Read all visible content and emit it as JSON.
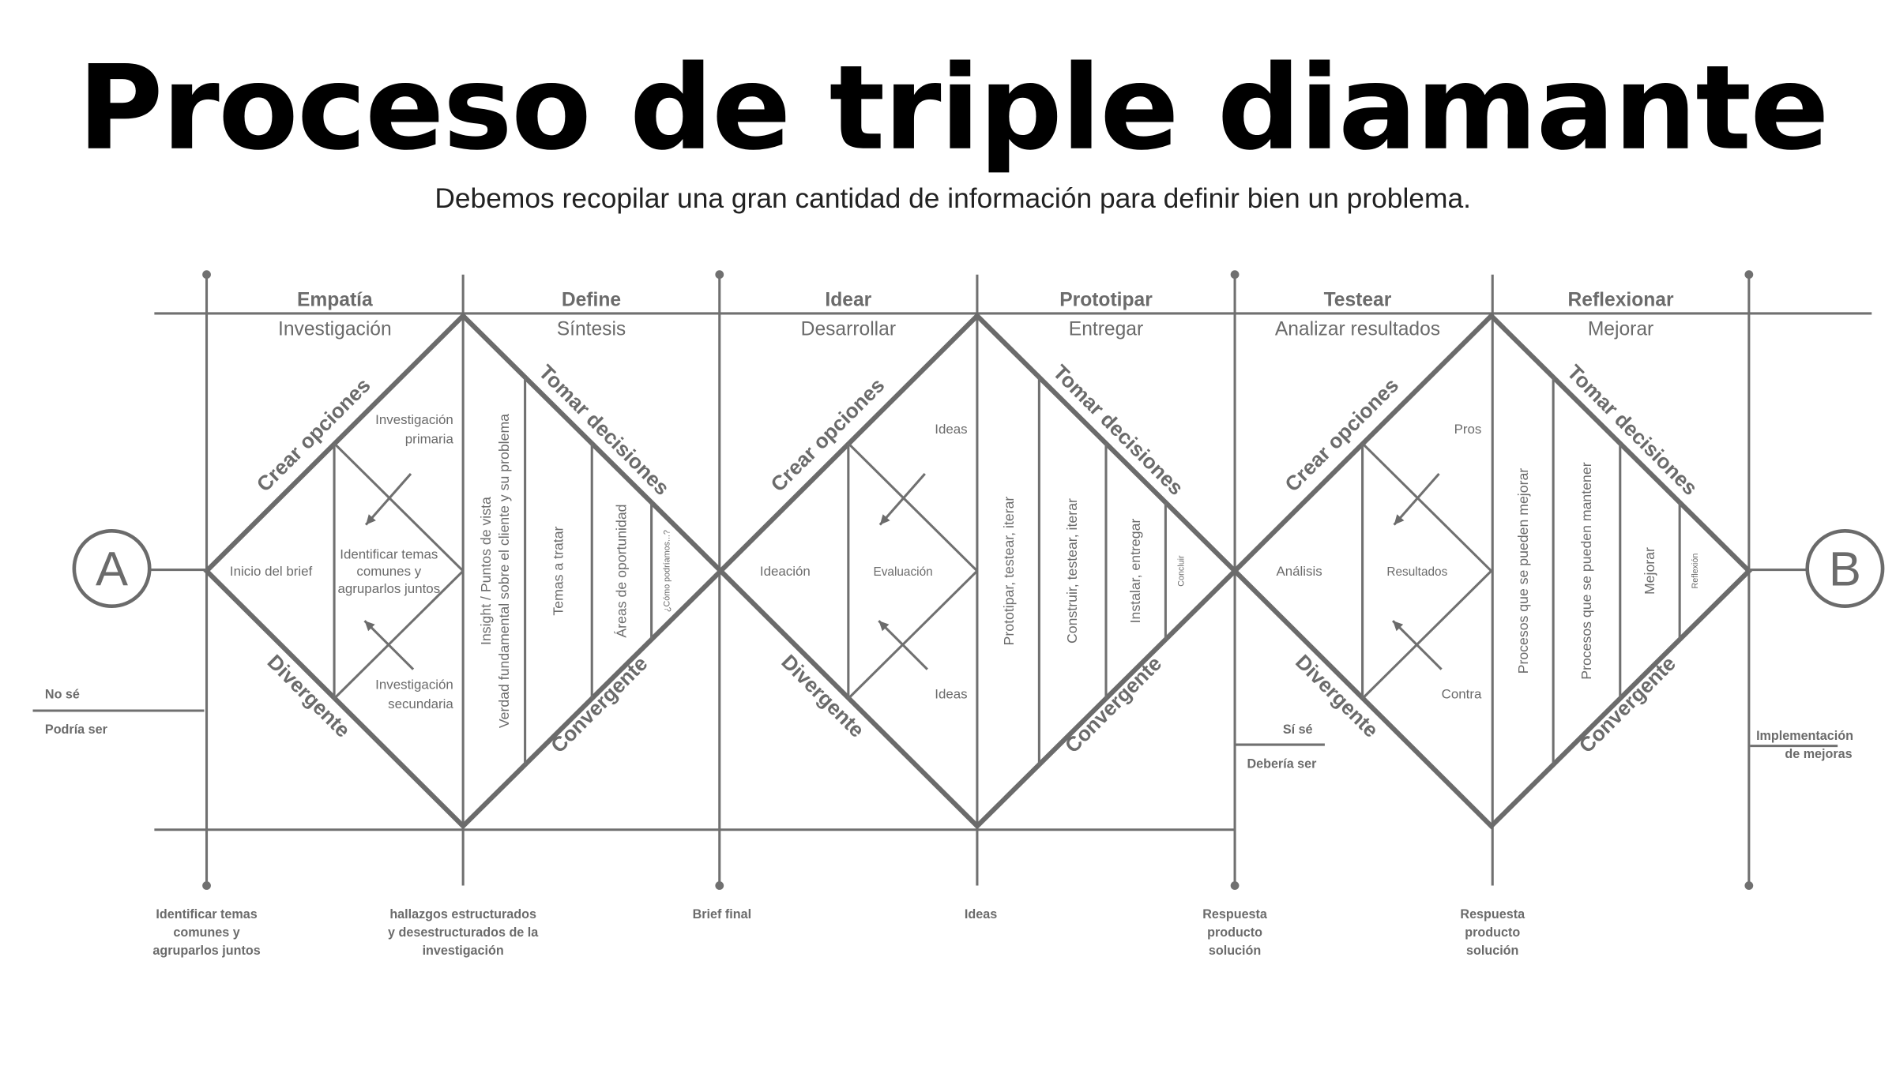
{
  "title": "Proceso de triple diamante",
  "subtitle": "Debemos recopilar una gran cantidad de información para definir bien un problema.",
  "columns": [
    {
      "heading": "Empatía",
      "sub": "Investigación"
    },
    {
      "heading": "Define",
      "sub": "Síntesis"
    },
    {
      "heading": "Idear",
      "sub": "Desarrollar"
    },
    {
      "heading": "Prototipar",
      "sub": "Entregar"
    },
    {
      "heading": "Testear",
      "sub": "Analizar resultados"
    },
    {
      "heading": "Reflexionar",
      "sub": "Mejorar"
    }
  ],
  "start_label": "A",
  "end_label": "B",
  "edges": {
    "top_left": "Crear opciones",
    "bottom_left": "Divergente",
    "top_right": "Tomar decisiones",
    "bottom_right": "Convergente"
  },
  "diamonds": [
    {
      "left": "Inicio del brief",
      "center": [
        "Identificar temas",
        "comunes y",
        "agruparlos juntos"
      ],
      "top": [
        "Investigación",
        "primaria"
      ],
      "bottom": [
        "Investigación",
        "secundaria"
      ],
      "verticals": [
        [
          "Insight / Puntos de vista",
          "Verdad fundamental sobre el cliente y su problema"
        ],
        [
          "Temas a tratar"
        ],
        [
          "Áreas de oportunidad"
        ],
        [
          "¿Cómo podríamos...?"
        ]
      ]
    },
    {
      "left": "Ideación",
      "center": [
        "Evaluación"
      ],
      "top": [
        "Ideas"
      ],
      "bottom": [
        "Ideas"
      ],
      "verticals": [
        [
          "Prototipar, testear, iterar"
        ],
        [
          "Construir, testear, iterar"
        ],
        [
          "Instalar, entregar"
        ],
        [
          "Concluir"
        ]
      ]
    },
    {
      "left": "Análisis",
      "center": [
        "Resultados"
      ],
      "top": [
        "Pros"
      ],
      "bottom": [
        "Contra"
      ],
      "verticals": [
        [
          "Procesos que se pueden mejorar"
        ],
        [
          "Procesos que se pueden mantener"
        ],
        [
          "Mejorar"
        ],
        [
          "Reflexión"
        ]
      ]
    }
  ],
  "side_notes": {
    "left": {
      "above": "No sé",
      "below": "Podría ser"
    },
    "middle": {
      "above": "Sí sé",
      "below": "Debería ser"
    },
    "right": [
      "Implementación",
      "de mejoras"
    ]
  },
  "milestones": [
    [
      "Identificar temas",
      "comunes y",
      "agruparlos juntos"
    ],
    [
      "hallazgos estructurados",
      "y desestructurados de la",
      "investigación"
    ],
    [
      "Brief final"
    ],
    [
      "Ideas"
    ],
    [
      "Respuesta",
      "producto",
      "solución"
    ],
    [
      "Respuesta",
      "producto",
      "solución"
    ]
  ]
}
